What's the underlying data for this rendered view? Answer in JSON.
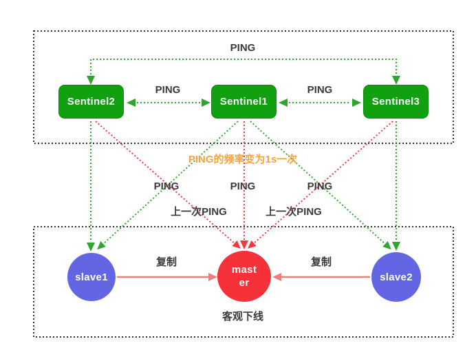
{
  "colors": {
    "sentinel_green": "#10A010",
    "ping_line_green": "#2EA52E",
    "down_line_red": "#F4363E",
    "replicate_red": "#F57A7A",
    "master_red": "#F5313A",
    "slave_blue": "#6365E2",
    "box_border_dark": "#2F2F2F",
    "text_dark": "#3A3A3A",
    "note_orange": "#F9A23C"
  },
  "top_panel": {
    "nodes": [
      {
        "label": "Sentinel2"
      },
      {
        "label": "Sentinel1"
      },
      {
        "label": "Sentinel3"
      }
    ],
    "ping_top_label": "PING",
    "ping_left_label": "PING",
    "ping_right_label": "PING"
  },
  "middle": {
    "note": "PING的频率变为1s一次",
    "ping_labels": [
      "PING",
      "PING",
      "PING"
    ],
    "last_ping_left": "上一次PING",
    "last_ping_right": "上一次PING"
  },
  "bottom_panel": {
    "slave1_label": "slave1",
    "master_label": "master",
    "slave2_label": "slave2",
    "replicate_left_label": "复制",
    "replicate_right_label": "复制",
    "status_label": "客观下线"
  }
}
